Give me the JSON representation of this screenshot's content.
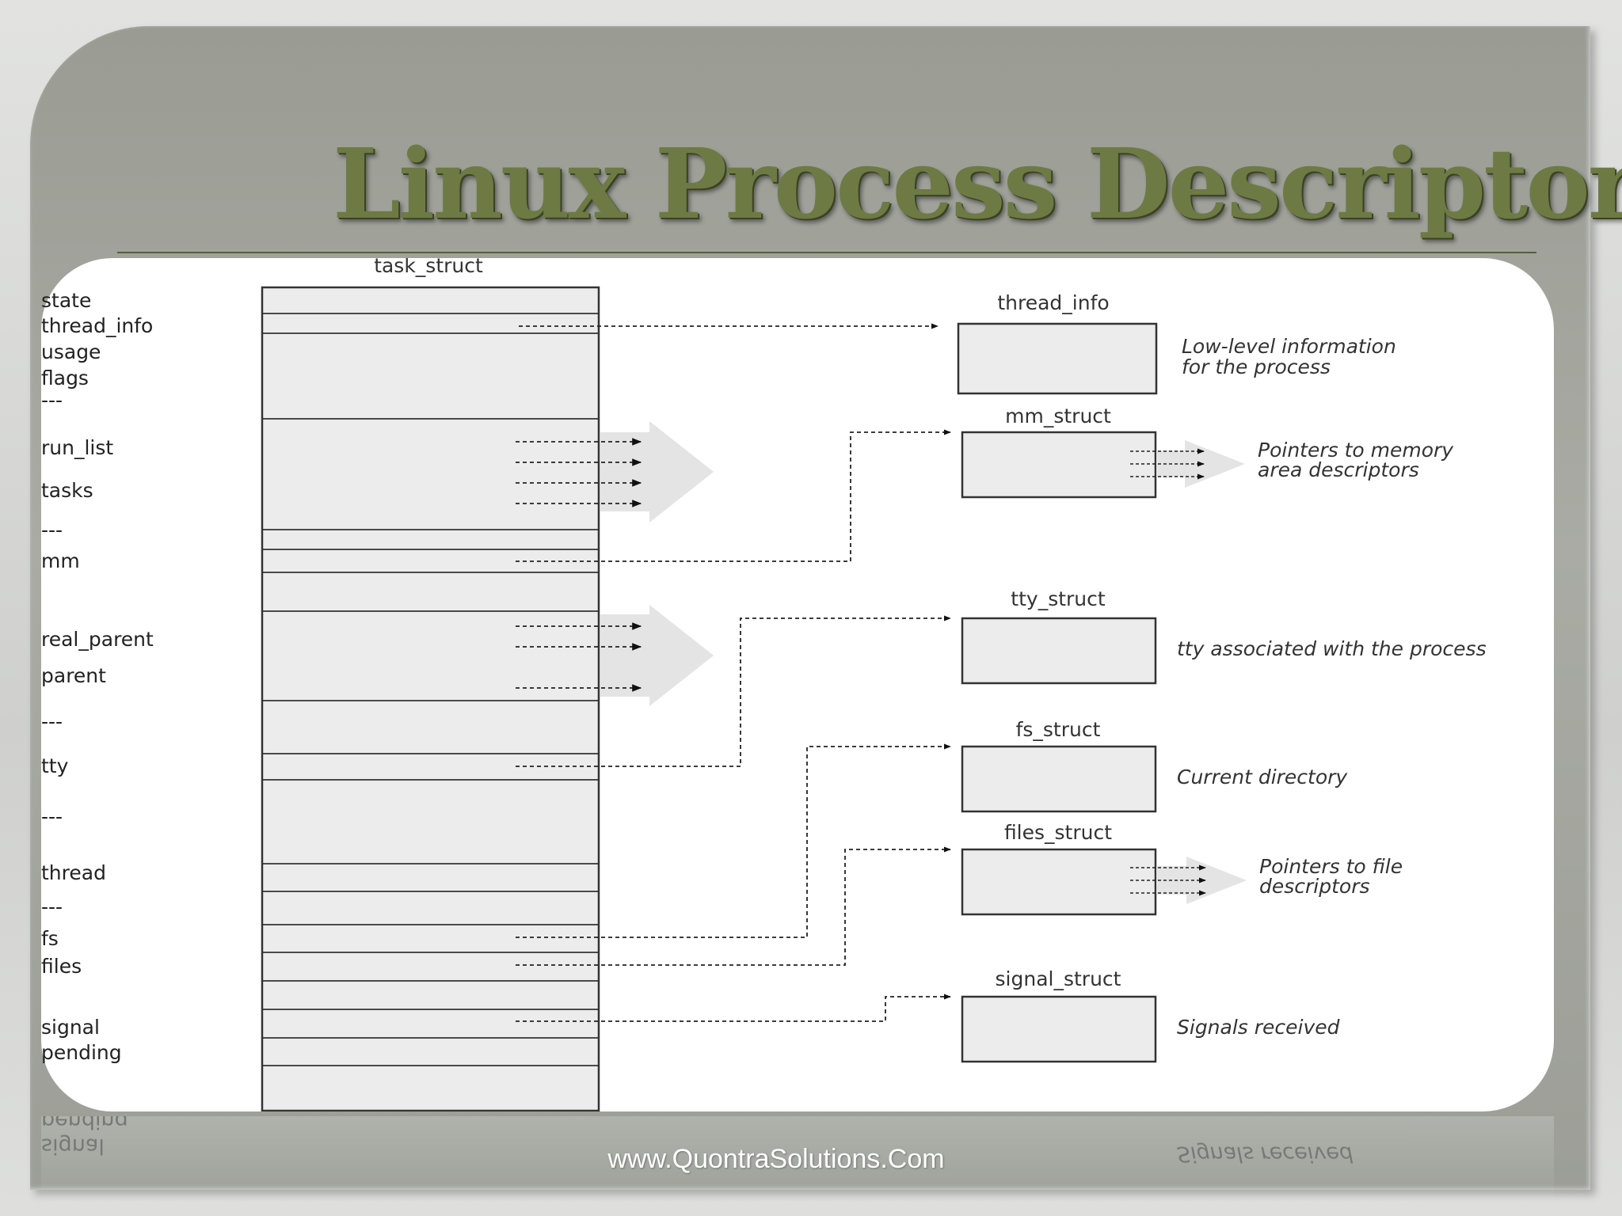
{
  "slide": {
    "title": "Linux Process Descriptor",
    "footer_url": "www.QuontraSolutions.Com"
  },
  "diagram": {
    "main_struct": "task_struct",
    "fields": {
      "state": "state",
      "thread_info": "thread_info",
      "usage": "usage",
      "flags": "flags",
      "ellipsis": "---",
      "run_list": "run_list",
      "tasks": "tasks",
      "mm": "mm",
      "real_parent": "real_parent",
      "parent": "parent",
      "tty": "tty",
      "thread": "thread",
      "fs": "fs",
      "files": "files",
      "signal": "signal",
      "pending": "pending"
    },
    "structs": {
      "thread_info": {
        "name": "thread_info",
        "description_1": "Low-level information",
        "description_2": "for the process"
      },
      "mm_struct": {
        "name": "mm_struct",
        "description_1": "Pointers to memory",
        "description_2": "area descriptors"
      },
      "tty_struct": {
        "name": "tty_struct",
        "description": "tty associated with the process"
      },
      "fs_struct": {
        "name": "fs_struct",
        "description": "Current directory"
      },
      "files_struct": {
        "name": "files_struct",
        "description_1": "Pointers to file",
        "description_2": "descriptors"
      },
      "signal_struct": {
        "name": "signal_struct",
        "description": "Signals received"
      }
    }
  }
}
